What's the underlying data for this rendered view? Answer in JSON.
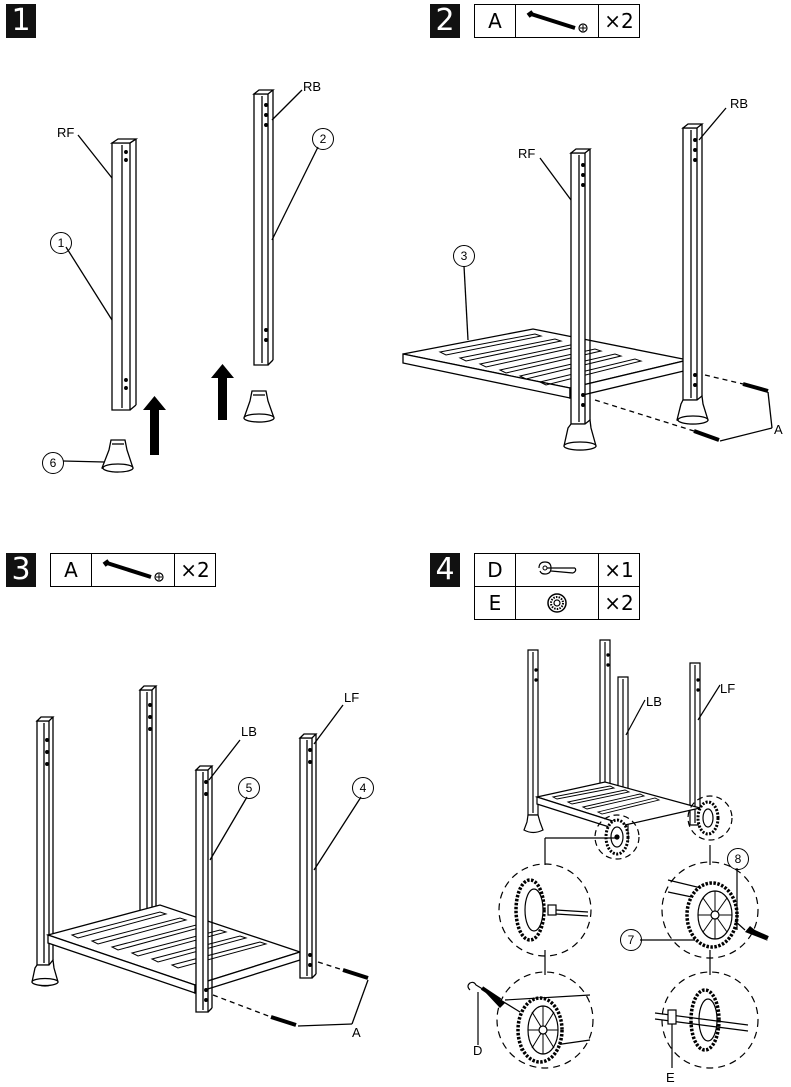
{
  "steps": [
    {
      "number": "1"
    },
    {
      "number": "2",
      "parts": [
        {
          "code": "A",
          "icon": "bolt-icon",
          "qty": "×2"
        }
      ]
    },
    {
      "number": "3",
      "parts": [
        {
          "code": "A",
          "icon": "bolt-icon",
          "qty": "×2"
        }
      ]
    },
    {
      "number": "4",
      "parts": [
        {
          "code": "D",
          "icon": "clip-icon",
          "qty": "×1"
        },
        {
          "code": "E",
          "icon": "washer-icon",
          "qty": "×2"
        }
      ]
    }
  ],
  "labels": {
    "rf": "RF",
    "rb": "RB",
    "lb": "LB",
    "lf": "LF",
    "a": "A",
    "d": "D",
    "e": "E"
  },
  "callouts": {
    "c1": "1",
    "c2": "2",
    "c3": "3",
    "c4": "4",
    "c5": "5",
    "c6": "6",
    "c7": "7",
    "c8": "8"
  }
}
